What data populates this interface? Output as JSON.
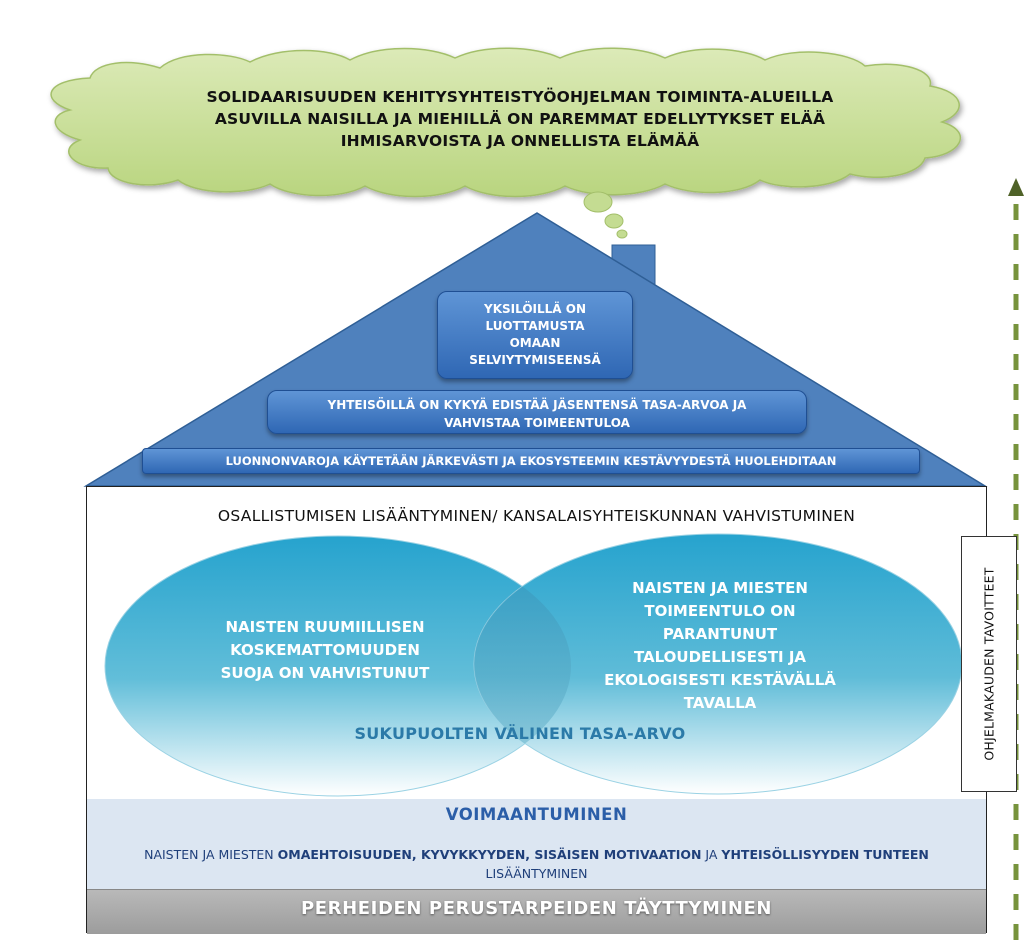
{
  "goal_cloud": {
    "line1": "SOLIDAARISUUDEN KEHITYSYHTEISTYÖOHJELMAN TOIMINTA-ALUEILLA",
    "line2": "ASUVILLA NAISILLA JA MIEHILLÄ ON PAREMMAT EDELLYTYKSET ELÄÄ",
    "line3": "IHMISARVOISTA JA ONNELLISTA ELÄMÄÄ"
  },
  "roof": {
    "individuals": [
      "YKSILÖILLÄ ON",
      "LUOTTAMUSTA",
      "OMAAN",
      "SELVIYTYMISEENSÄ"
    ],
    "communities": [
      "YHTEISÖILLÄ ON KYKYÄ EDISTÄÄ JÄSENTENSÄ TASA-ARVOA JA",
      "VAHVISTAA TOIMEENTULOA"
    ],
    "nature": "LUONNONVAROJA KÄYTETÄÄN JÄRKEVÄSTI JA EKOSYSTEEMIN KESTÄVYYDESTÄ HUOLEHDITAAN"
  },
  "house": {
    "participation_title": "OSALLISTUMISEN LISÄÄNTYMINEN/ KANSALAISYHTEISKUNNAN VAHVISTUMINEN",
    "left_ellipse": [
      "NAISTEN RUUMIILLISEN",
      "KOSKEMATTOMUUDEN",
      "SUOJA ON VAHVISTUNUT"
    ],
    "right_ellipse": [
      "NAISTEN JA MIESTEN",
      "TOIMEENTULO ON",
      "PARANTUNUT",
      "TALOUDELLISESTI JA",
      "EKOLOGISESTI KESTÄVÄLLÄ",
      "TAVALLA"
    ],
    "equality": "SUKUPUOLTEN VÄLINEN TASA-ARVO",
    "empowerment": {
      "title": "VOIMAANTUMINEN",
      "text_part1": "NAISTEN JA MIESTEN ",
      "text_bold1": "OMAEHTOISUUDEN, KYVYKKYYDEN, SISÄISEN MOTIVAATION",
      "text_part2": " JA ",
      "text_bold2": "YHTEISÖLLISYYDEN TUNTEEN",
      "text_part3": " LISÄÄNTYMINEN"
    },
    "basic_needs": "PERHEIDEN PERUSTARPEIDEN TÄYTTYMINEN"
  },
  "side_label": "OHJELMAKAUDEN TAVOITTEET",
  "colors": {
    "cloud_fill": "#c9df9c",
    "roof_fill": "#4f81bd",
    "ellipse_top": "#2aa5cf",
    "empowerment_band": "#dce6f2",
    "basic_needs_bar": "#a6a6a6",
    "arrow": "#77933c"
  }
}
